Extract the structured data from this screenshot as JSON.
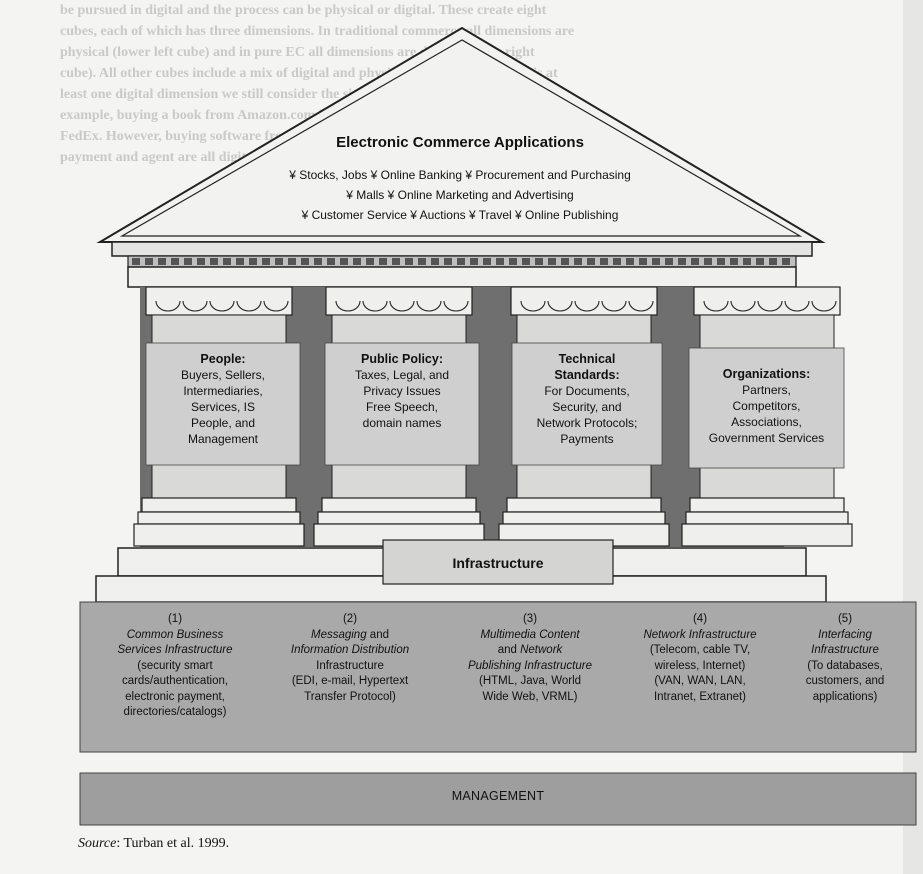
{
  "roof": {
    "title": "Electronic Commerce Applications",
    "line1": "¥ Stocks, Jobs ¥ Online Banking ¥ Procurement and Purchasing",
    "line2": "¥ Malls ¥ Online Marketing and Advertising",
    "line3": "¥ Customer Service ¥ Auctions ¥ Travel ¥ Online Publishing"
  },
  "pillars": [
    {
      "heading": "People:",
      "lines": [
        "Buyers, Sellers,",
        "Intermediaries,",
        "Services, IS",
        "People, and",
        "Management"
      ]
    },
    {
      "heading": "Public Policy:",
      "lines": [
        "Taxes, Legal, and",
        "Privacy Issues",
        "Free Speech,",
        "domain names"
      ]
    },
    {
      "heading": "Technical",
      "heading2": "Standards:",
      "lines": [
        "For Documents,",
        "Security, and",
        "Network Protocols;",
        "Payments"
      ]
    },
    {
      "heading": "Organizations:",
      "lines": [
        "Partners,",
        "Competitors,",
        "Associations,",
        "Government Services"
      ]
    }
  ],
  "infrastructure": {
    "title": "Infrastructure",
    "items": [
      {
        "num": "(1)",
        "italic": [
          "Common Business",
          "Services Infrastructure"
        ],
        "plain": [
          "(security smart",
          "cards/authentication,",
          "electronic payment,",
          "directories/catalogs)"
        ]
      },
      {
        "num": "(2)",
        "italic_mixed": [
          [
            "Messaging",
            " and"
          ],
          [
            "Information Distribution",
            ""
          ]
        ],
        "plain": [
          "Infrastructure",
          "(EDI, e-mail, Hypertext",
          "Transfer Protocol)"
        ]
      },
      {
        "num": "(3)",
        "italic_mixed": [
          [
            "Multimedia Content",
            ""
          ],
          [
            "and ",
            "Network"
          ]
        ],
        "italic": [
          "Publishing Infrastructure"
        ],
        "plain": [
          "(HTML, Java, World",
          "Wide Web, VRML)"
        ]
      },
      {
        "num": "(4)",
        "italic": [
          "Network Infrastructure"
        ],
        "plain": [
          "(Telecom, cable TV,",
          "wireless, Internet)",
          "(VAN, WAN, LAN,",
          "Intranet, Extranet)"
        ]
      },
      {
        "num": "(5)",
        "italic": [
          "Interfacing",
          "Infrastructure"
        ],
        "plain": [
          "(To databases,",
          "customers, and",
          "applications)"
        ]
      }
    ]
  },
  "management": "MANAGEMENT",
  "source": {
    "label": "Source",
    "text": ": Turban et al. 1999."
  },
  "background_text": [
    "be pursued in digital and the process can be physical or digital. These create eight",
    "cubes, each of which has three dimensions. In traditional commerce all dimensions are",
    "physical (lower left cube) and in pure EC all dimensions are digital (upper right",
    "cube). All other cubes include a mix of digital and physical dimensions. If there is at",
    "least one digital dimension we still consider the situation EC (but not a pure one). For",
    "example, buying a book from Amazon.com is not pure EC because the book is delivered by",
    "FedEx. However, buying software from Egghead is pure EC because the delivery,",
    "payment and agent are all digital."
  ],
  "colors": {
    "pillar_dark": "#6f6f6f",
    "panel_light": "#cfcfcf",
    "infra_band": "#a9a9a9",
    "mgmt_band": "#9e9e9e",
    "outline": "#222222"
  }
}
